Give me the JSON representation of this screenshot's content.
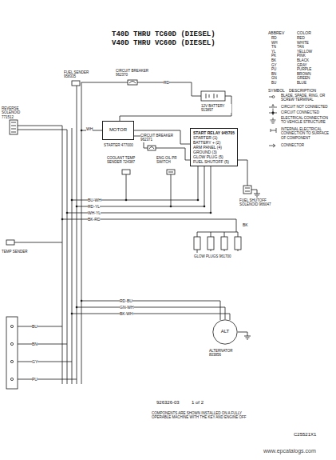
{
  "diagram": {
    "title": "T40D THRU TC60D (DIESEL) V40D THRU VC60D (DIESEL)",
    "nodes": [
      {
        "text": [
          "START RELAY 945705",
          "STARTER (1)",
          "BATTERY + (2)",
          "ARM PANEL (4)",
          "GROUND (3)",
          "GLOW PLUG (5)",
          "FUEL SHUTOFF (5)"
        ]
      },
      {
        "text": [
          "MOTOR"
        ]
      },
      {
        "text": [
          "ALT"
        ]
      }
    ],
    "edges": [
      {
        "from": 1,
        "to": 0,
        "arrow": "none"
      }
    ],
    "labels": [
      "ABBREV",
      "COLOR",
      "RD",
      "RED",
      "WH",
      "WHITE",
      "TN",
      "TAN",
      "YL",
      "YELLOW",
      "PK",
      "PINK",
      "BK",
      "BLACK",
      "GY",
      "GRAY",
      "PU",
      "PURPLE",
      "BN",
      "BROWN",
      "GN",
      "GREEN",
      "BU",
      "BLUE",
      "SYMBOL",
      "DESCRIPTION",
      "BLADE, SPADE, RING, OR SCREW TERMINAL",
      "CIRCUIT NOT CONNECTED",
      "CIRCUIT CONNECTED",
      "ELECTRICAL CONNECTION TO VEHICLE STRUCTURE",
      "INTERNAL ELECTRICAL CONNECTION TO SURFACE OF COMPONENT",
      "CONNECTOR",
      "FUEL SENDER 958335",
      "CIRCUIT BREAKER 962370",
      "12V BATTERY 913897",
      "REVERSE SOLENOID 771512",
      "STARTER 477000",
      "CIRCUIT BREAKER 962371",
      "COOLANT TEMP SENDER 724387",
      "ENG OIL PR SWITCH",
      "FUEL SHUTOFF SOLENOID 966047",
      "GLOW PLUGS 961700",
      "ALTERNATOR 803856",
      "TEMP SENDER",
      "RD",
      "WH",
      "BU-WH",
      "RD-YL",
      "WH-YL",
      "BK-RD",
      "BK",
      "RD-BU",
      "GN-WH",
      "BK-WH",
      "BU",
      "BN",
      "GY",
      "PU",
      "926326-03",
      "1 of 2",
      "COMPONENTS ARE SHOWN INSTALLED ON A FULLY OPERABLE MACHINE WITH THE KEY AND ENGINE OFF",
      "C25521X1",
      "www.epcatalogs.com"
    ]
  }
}
